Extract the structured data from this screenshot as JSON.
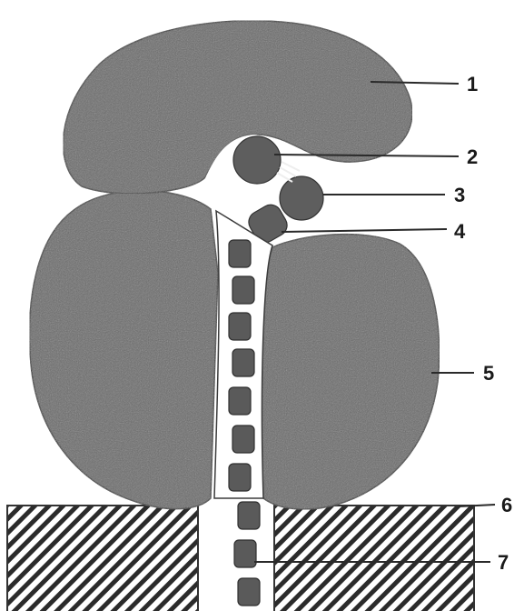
{
  "labels": [
    "1",
    "2",
    "3",
    "4",
    "5",
    "6",
    "7"
  ],
  "colors": {
    "structure": "#6a6a6a",
    "outline": "#3c3c3c",
    "background": "#ffffff",
    "ink": "#1a1a1a"
  }
}
